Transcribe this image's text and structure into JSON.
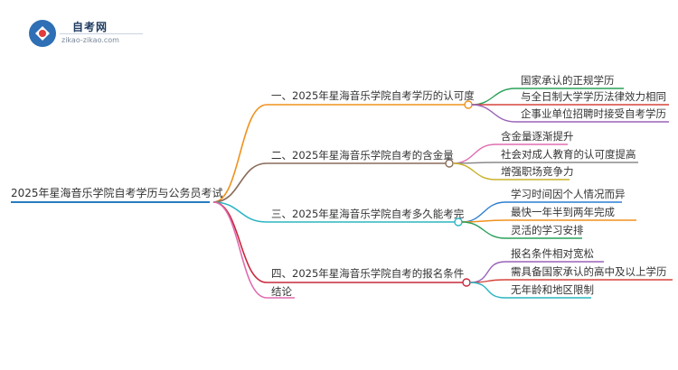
{
  "site": {
    "name": "自考网",
    "url": "zikao-zikao.com",
    "brand_colors": {
      "blue": "#2e6fb5",
      "red": "#e23c3c",
      "navy": "#1e3a5f"
    }
  },
  "mindmap": {
    "root": "2025年星海音乐学院自考学历与公务员考试",
    "root_color": "#2a7bbf",
    "branches": [
      {
        "label": "一、2025年星海音乐学院自考学历的认可度",
        "color": "#f0921e",
        "children": [
          {
            "label": "国家承认的正规学历",
            "color": "#2aa15a"
          },
          {
            "label": "与全日制大学学历法律效力相同",
            "color": "#d6443c"
          },
          {
            "label": "企事业单位招聘时接受自考学历",
            "color": "#9a63b8"
          }
        ]
      },
      {
        "label": "二、2025年星海音乐学院自考的含金量",
        "color": "#8a6c5a",
        "children": [
          {
            "label": "含金量逐渐提升",
            "color": "#e06db0"
          },
          {
            "label": "社会对成人教育的认可度提高",
            "color": "#8a8a8a"
          },
          {
            "label": "增强职场竞争力",
            "color": "#c8b22a"
          }
        ]
      },
      {
        "label": "三、2025年星海音乐学院自考多久能考完",
        "color": "#2bb5c2",
        "children": [
          {
            "label": "学习时间因个人情况而异",
            "color": "#2d7fd0"
          },
          {
            "label": "最快一年半到两年完成",
            "color": "#f0921e"
          },
          {
            "label": "灵活的学习安排",
            "color": "#2aa15a"
          }
        ]
      },
      {
        "label": "四、2025年星海音乐学院自考的报名条件",
        "color": "#c8283c",
        "children": [
          {
            "label": "报名条件相对宽松",
            "color": "#9a63b8"
          },
          {
            "label": "需具备国家承认的高中及以上学历",
            "color": "#d6443c"
          },
          {
            "label": "无年龄和地区限制",
            "color": "#2bb5c2"
          }
        ]
      },
      {
        "label": "结论",
        "color": "#e06db0",
        "children": []
      }
    ]
  }
}
